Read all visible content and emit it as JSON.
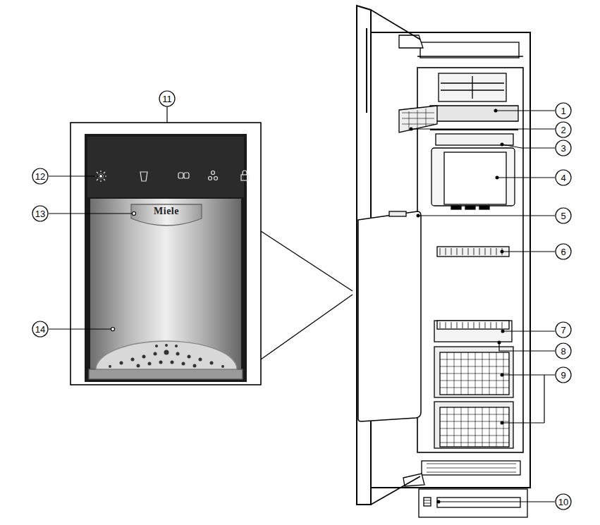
{
  "diagram": {
    "labels": [
      "1",
      "2",
      "3",
      "4",
      "5",
      "6",
      "7",
      "8",
      "9",
      "10",
      "11",
      "12",
      "13",
      "14",
      "Miele"
    ]
  }
}
